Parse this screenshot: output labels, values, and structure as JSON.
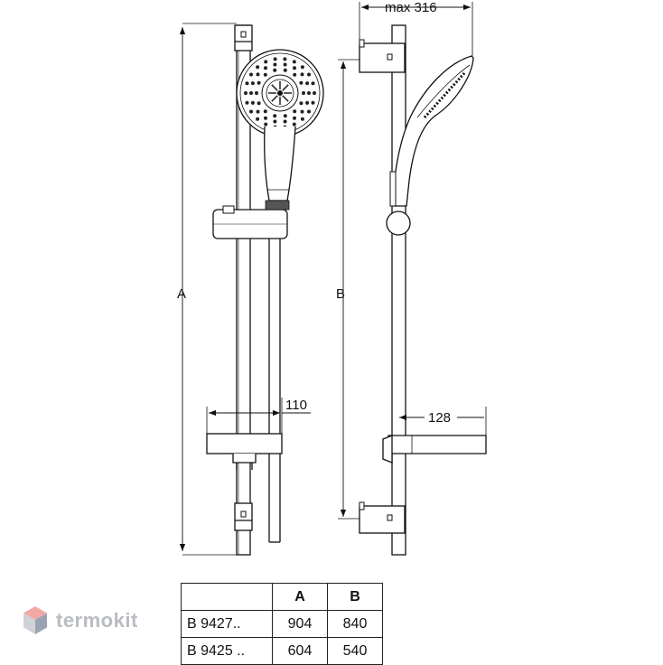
{
  "dimensions": {
    "max_width": "max 316",
    "label_a": "A",
    "label_b": "B",
    "slider_depth": "110",
    "soap_depth": "128"
  },
  "table": {
    "headers": [
      "",
      "A",
      "B"
    ],
    "rows": [
      {
        "model": "B 9427..",
        "a": "904",
        "b": "840"
      },
      {
        "model": "B 9425 ..",
        "a": "604",
        "b": "540"
      }
    ]
  },
  "brand": {
    "name": "termokit",
    "colors": {
      "top": "#f2a9a3",
      "left": "#cfd3d8",
      "right": "#9aa3b0"
    }
  }
}
